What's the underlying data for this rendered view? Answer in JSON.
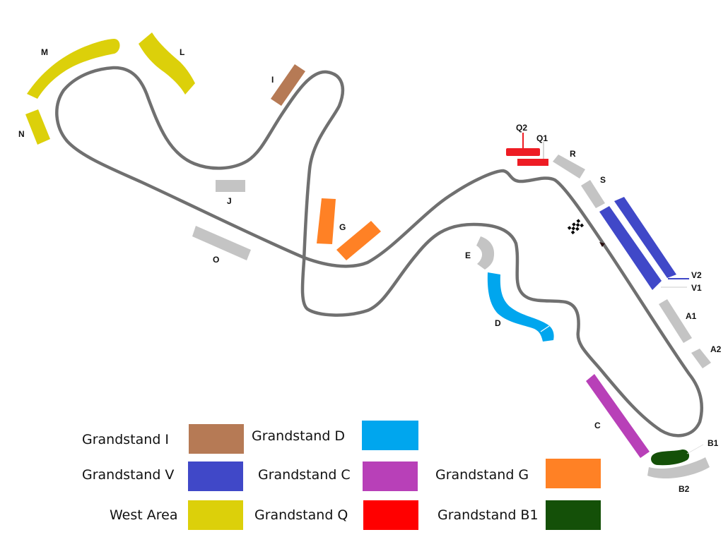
{
  "map": {
    "colors": {
      "track": "#707070",
      "unassigned": "#c4c4c4",
      "grandstand_i": "#b67a55",
      "grandstand_v": "#4048c8",
      "west_area": "#dcd00a",
      "grandstand_d": "#00a6ee",
      "grandstand_c": "#b840b8",
      "grandstand_q": "#ee1c24",
      "grandstand_g": "#ff8125",
      "grandstand_b1": "#145008"
    },
    "labels": {
      "M": "M",
      "L": "L",
      "N": "N",
      "I": "I",
      "J": "J",
      "O": "O",
      "G": "G",
      "E": "E",
      "D": "D",
      "Q2": "Q2",
      "Q1": "Q1",
      "R": "R",
      "S": "S",
      "V2": "V2",
      "V1": "V1",
      "A1": "A1",
      "A2": "A2",
      "C": "C",
      "B1": "B1",
      "B2": "B2"
    },
    "icons": {
      "start_finish": "checkered-flag-icon"
    }
  },
  "legend": {
    "items": [
      {
        "label": "Grandstand I",
        "color": "#b67a55"
      },
      {
        "label": "Grandstand D",
        "color": "#00a6ee"
      },
      {
        "label": "Grandstand V",
        "color": "#4048c8"
      },
      {
        "label": "Grandstand C",
        "color": "#b840b8"
      },
      {
        "label": "Grandstand G",
        "color": "#ff8125"
      },
      {
        "label": "West Area",
        "color": "#dcd00a"
      },
      {
        "label": "Grandstand Q",
        "color": "#ff0000"
      },
      {
        "label": "Grandstand B1",
        "color": "#145008"
      }
    ]
  }
}
